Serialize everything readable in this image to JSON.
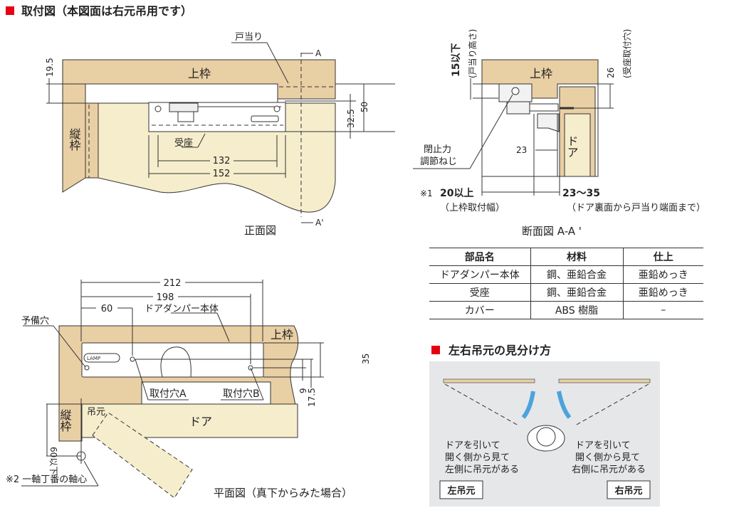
{
  "front_view": {
    "heading": "取付図（本図面は右元吊用です）",
    "caption": "正面図",
    "labels": {
      "top_frame": "上枠",
      "side_frame": "縦枠",
      "door_stop": "戸当り",
      "receiver": "受座",
      "section_a": "A",
      "section_a_prime": "A'"
    },
    "dimensions": {
      "d1": "19.5",
      "d2": "32.5",
      "d3": "50",
      "d4": "132",
      "d5": "152"
    }
  },
  "section_view": {
    "caption": "断面図 A-A '",
    "labels": {
      "top_frame": "上枠",
      "door": "ドア",
      "screw_line1": "閉止力",
      "screw_line2": "調節ねじ"
    },
    "dimensions": {
      "stop_height": "15以下",
      "stop_height_note": "(戸当り高さ)",
      "receiver_hole": "26",
      "receiver_hole_note": "(受座取付穴)",
      "offset": "23",
      "note_mark": "※1",
      "min_width": "20以上",
      "min_width_note": "（上枠取付幅）",
      "range": "23〜35",
      "range_note": "（ドア裏面から戸当り端面まで）"
    }
  },
  "plan_view": {
    "caption": "平面図（真下からみた場合）",
    "labels": {
      "spare_hole": "予備穴",
      "damper_body": "ドアダンパー本体",
      "top_frame": "上枠",
      "hole_a": "取付穴A",
      "hole_b": "取付穴B",
      "side_frame": "縦枠",
      "hinge_side": "吊元",
      "door": "ドア",
      "hinge_axis": "※2 一軸丁番の軸心",
      "logo": "LAMP"
    },
    "dimensions": {
      "d212": "212",
      "d198": "198",
      "d60": "60",
      "d35": "35",
      "d9": "9",
      "d17_5": "17.5",
      "d60max": "60以下"
    }
  },
  "spec_table": {
    "headers": [
      "部品名",
      "材料",
      "仕上"
    ],
    "rows": [
      [
        "ドアダンパー本体",
        "鋼、亜鉛合金",
        "亜鉛めっき"
      ],
      [
        "受座",
        "鋼、亜鉛合金",
        "亜鉛めっき"
      ],
      [
        "カバー",
        "ABS 樹脂",
        "–"
      ]
    ]
  },
  "hand_guide": {
    "heading": "左右吊元の見分け方",
    "left": {
      "lines": [
        "ドアを引いて",
        "開く側から見て",
        "左側に吊元がある"
      ],
      "badge": "左吊元"
    },
    "right": {
      "lines": [
        "ドアを引いて",
        "開く側から見て",
        "右側に吊元がある"
      ],
      "badge": "右吊元"
    }
  },
  "colors": {
    "accent": "#e60012",
    "frame": "#e9cfa4",
    "door": "#f6edcc",
    "arrow": "#4ba3dd",
    "panel": "#e6e7e9"
  }
}
